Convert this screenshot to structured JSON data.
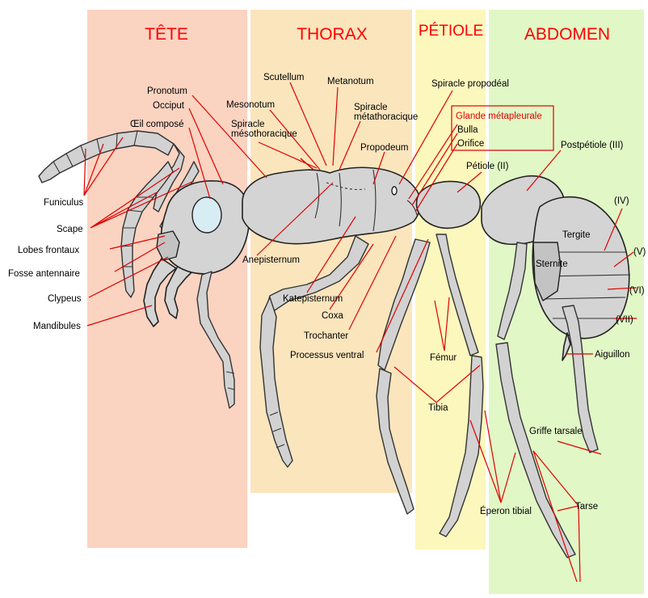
{
  "sections": {
    "tete": "TÊTE",
    "thorax": "THORAX",
    "petiole": "PÉTIOLE",
    "abdomen": "ABDOMEN"
  },
  "colors": {
    "tete_band": "#fbd3c1",
    "thorax_band": "#fbe5bd",
    "petiole_band": "#fcf7bd",
    "abdomen_band": "#e1f7c6",
    "header_red": "#ff0000",
    "leader_red": "#e00000",
    "body_grey": "#d4d4d4",
    "eye_blue": "#d8ecf4"
  },
  "labels": {
    "pronotum": "Pronotum",
    "occiput": "Occiput",
    "oeil": "Œil composé",
    "funiculus": "Funiculus",
    "scape": "Scape",
    "lobes": "Lobes frontaux",
    "fosse": "Fosse antennaire",
    "clypeus": "Clypeus",
    "mandibules": "Mandibules",
    "scutellum": "Scutellum",
    "metanotum": "Metanotum",
    "mesonotum": "Mesonotum",
    "spiracle_meso_1": "Spiracle",
    "spiracle_meso_2": "mésothoracique",
    "spiracle_meta_1": "Spiracle",
    "spiracle_meta_2": "métathoracique",
    "propodeum": "Propodeum",
    "anepisternum": "Anepisternum",
    "katepisternum": "Katepisternum",
    "coxa": "Coxa",
    "trochanter": "Trochanter",
    "processus": "Processus ventral",
    "spiracle_propodeal": "Spiracle propodéal",
    "glande": "Glande métapleurale",
    "bulla": "Bulla",
    "orifice": "Orifice",
    "petiole_ii": "Pétiole (II)",
    "femur": "Fémur",
    "tibia": "Tibia",
    "eperon": "Éperon tibial",
    "postpetiole": "Postpétiole (III)",
    "iv": "(IV)",
    "tergite": "Tergite",
    "v": "(V)",
    "sternite": "Sternite",
    "vi": "(VI)",
    "vii": "(VII)",
    "aiguillon": "Aiguillon",
    "griffe": "Griffe tarsale",
    "tarse": "Tarse"
  }
}
